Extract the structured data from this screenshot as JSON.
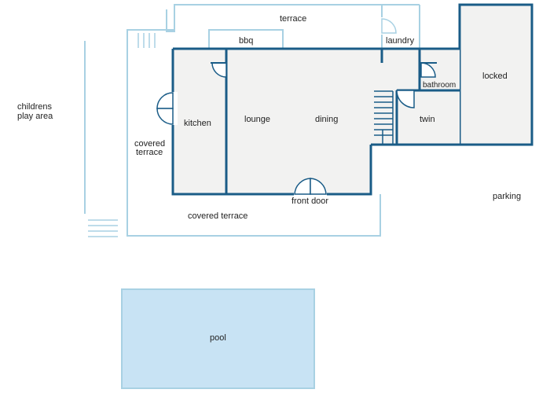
{
  "colors": {
    "interior_wall": "#1a5c87",
    "exterior_wall": "#a8d1e3",
    "room_fill": "#f2f2f1",
    "pool_fill": "#c8e3f4",
    "pool_stroke": "#a8d1e3"
  },
  "labels": {
    "childrens_line1": "childrens",
    "childrens_line2": "play area",
    "terrace": "terrace",
    "bbq": "bbq",
    "laundry": "laundry",
    "locked": "locked",
    "bathroom": "bathroom",
    "kitchen": "kitchen",
    "lounge": "lounge",
    "dining": "dining",
    "twin": "twin",
    "covered_terrace_side_line1": "covered",
    "covered_terrace_side_line2": "terrace",
    "covered_terrace_front": "covered terrace",
    "front_door": "front door",
    "parking": "parking",
    "pool": "pool"
  }
}
